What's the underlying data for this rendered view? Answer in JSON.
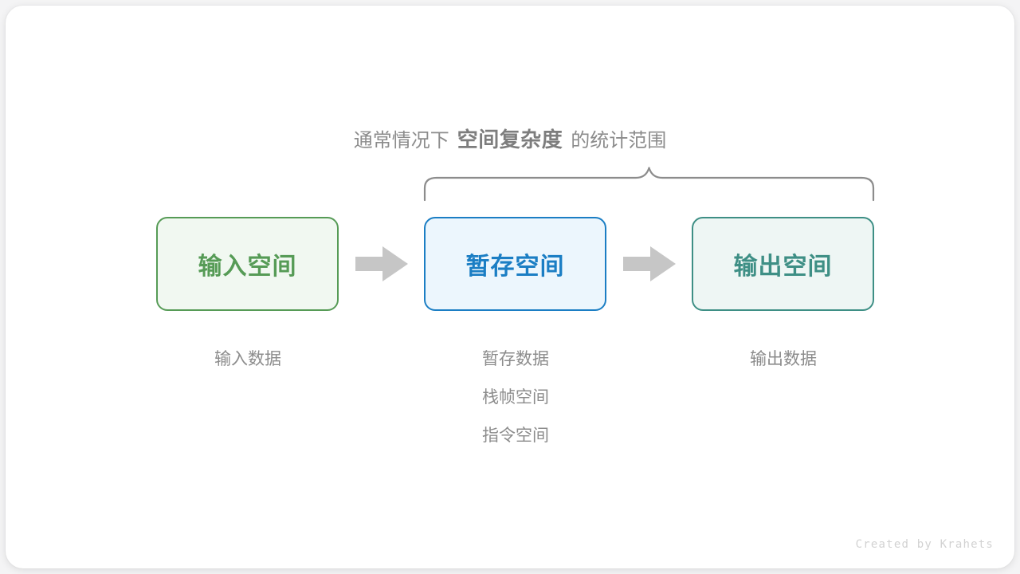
{
  "canvas": {
    "background": "#f4f4f5",
    "card_background": "#ffffff"
  },
  "heading": {
    "prefix": "通常情况下",
    "emphasis": "空间复杂度",
    "suffix": "的统计范围",
    "color": "#8c8c8c",
    "emphasis_color": "#7d7d7d"
  },
  "brace": {
    "name": "curly-brace",
    "color": "#8c8c8c",
    "spans": [
      "暂存空间",
      "输出空间"
    ]
  },
  "boxes": [
    {
      "id": "input",
      "label": "输入空间",
      "border_color": "#569b56",
      "fill_color": "#f1f8f1",
      "text_color": "#569b56"
    },
    {
      "id": "temp",
      "label": "暂存空间",
      "border_color": "#1b7ec4",
      "fill_color": "#ecf6fd",
      "text_color": "#1b7ec4"
    },
    {
      "id": "output",
      "label": "输出空间",
      "border_color": "#3e8f85",
      "fill_color": "#eef6f4",
      "text_color": "#3e8f85"
    }
  ],
  "arrows": [
    {
      "id": "input-to-temp",
      "color": "#c6c6c6",
      "direction": "right"
    },
    {
      "id": "temp-to-output",
      "color": "#c6c6c6",
      "direction": "right"
    }
  ],
  "captions": {
    "input": [
      "输入数据"
    ],
    "temp": [
      "暂存数据",
      "栈帧空间",
      "指令空间"
    ],
    "output": [
      "输出数据"
    ],
    "color": "#8c8c8c"
  },
  "credit": {
    "text": "Created by Krahets",
    "color": "#d2d2d2"
  }
}
